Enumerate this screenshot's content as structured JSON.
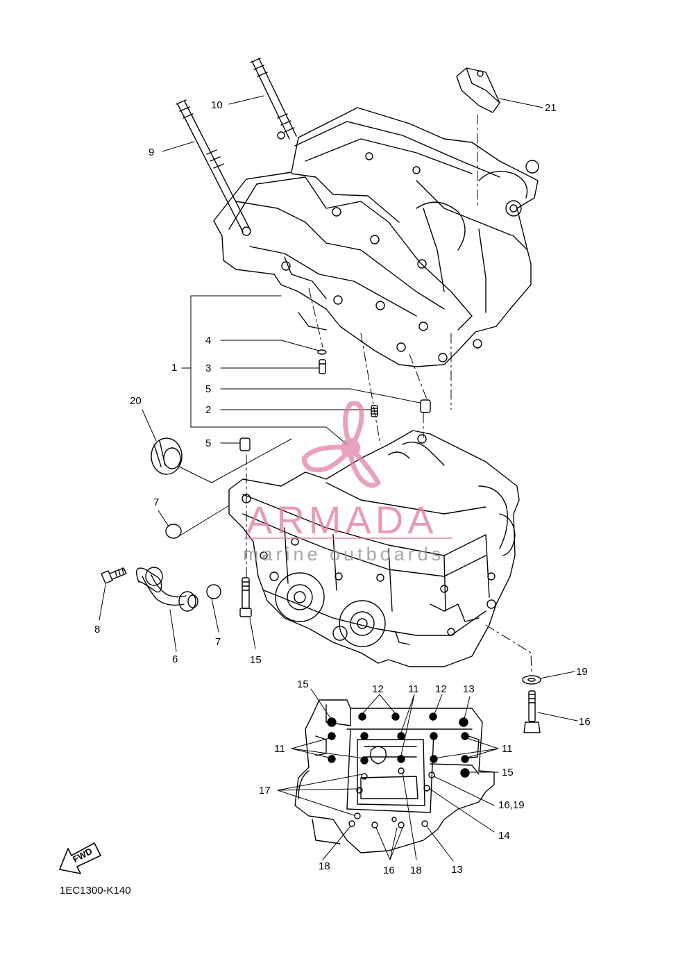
{
  "callouts": [
    {
      "id": "c1",
      "text": "1"
    },
    {
      "id": "c2",
      "text": "2"
    },
    {
      "id": "c3",
      "text": "3"
    },
    {
      "id": "c4",
      "text": "4"
    },
    {
      "id": "c5a",
      "text": "5"
    },
    {
      "id": "c5b",
      "text": "5"
    },
    {
      "id": "c6",
      "text": "6"
    },
    {
      "id": "c7a",
      "text": "7"
    },
    {
      "id": "c7b",
      "text": "7"
    },
    {
      "id": "c8",
      "text": "8"
    },
    {
      "id": "c9",
      "text": "9"
    },
    {
      "id": "c10",
      "text": "10"
    },
    {
      "id": "c11a",
      "text": "11"
    },
    {
      "id": "c11b",
      "text": "11"
    },
    {
      "id": "c11c",
      "text": "11"
    },
    {
      "id": "c12a",
      "text": "12"
    },
    {
      "id": "c12b",
      "text": "12"
    },
    {
      "id": "c13a",
      "text": "13"
    },
    {
      "id": "c13b",
      "text": "13"
    },
    {
      "id": "c14",
      "text": "14"
    },
    {
      "id": "c15a",
      "text": "15"
    },
    {
      "id": "c15b",
      "text": "15"
    },
    {
      "id": "c15c",
      "text": "15"
    },
    {
      "id": "c16a",
      "text": "16"
    },
    {
      "id": "c16b",
      "text": "16"
    },
    {
      "id": "c1619",
      "text": "16,19"
    },
    {
      "id": "c17",
      "text": "17"
    },
    {
      "id": "c18a",
      "text": "18"
    },
    {
      "id": "c18b",
      "text": "18"
    },
    {
      "id": "c19",
      "text": "19"
    },
    {
      "id": "c20",
      "text": "20"
    },
    {
      "id": "c21",
      "text": "21"
    }
  ],
  "diagram_code": "1EC1300-K140",
  "fwd_label": "FWD",
  "watermark": {
    "title": "ARMADA",
    "subtitle": "marine outboards",
    "color": "#e07aa6"
  },
  "icons": [
    "fwd-arrow-icon",
    "propeller-logo-icon"
  ]
}
